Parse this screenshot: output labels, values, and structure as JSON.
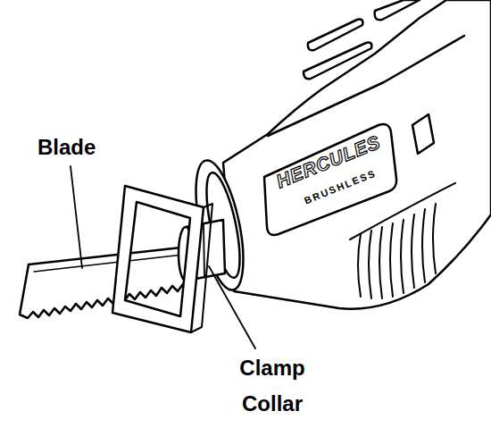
{
  "diagram": {
    "labels": [
      "Blade",
      "HERCULES",
      "BRUSHLESS",
      "Clamp Collar"
    ]
  }
}
